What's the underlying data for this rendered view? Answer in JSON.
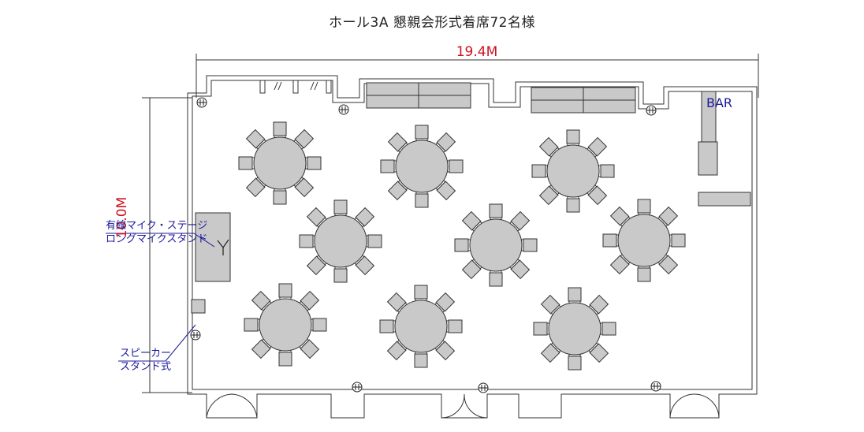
{
  "title": "ホール3A  懇親会形式着席72名様",
  "dimensions": {
    "width": "19.4M",
    "height": "10.0M"
  },
  "bar_label": "BAR",
  "notes": {
    "mic_line1": "有線マイク・ステージ",
    "mic_line2": "ロングマイクスタンド",
    "speaker_line1": "スピーカー",
    "speaker_line2": "スタンド式"
  },
  "colors": {
    "dimension": "#d01020",
    "annotation": "#1a1a9a",
    "furniture_fill": "#c9c9c9",
    "outline": "#333333"
  },
  "tables": {
    "count": 9,
    "seats_per_table": 8
  }
}
